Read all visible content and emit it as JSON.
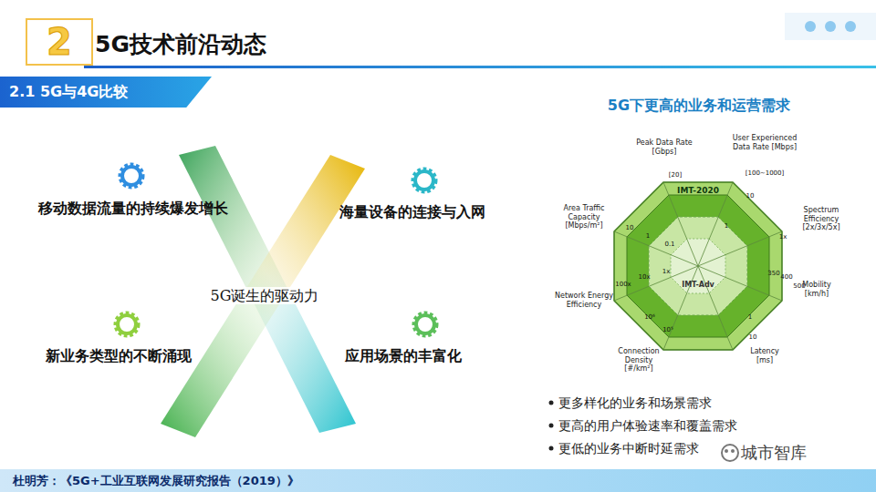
{
  "diagram": {
    "title": "5G技术前沿动态",
    "nodes": [
      {
        "text": [
          "2"
        ]
      },
      {
        "text": [
          "2.1 5G与4G比较"
        ]
      },
      {
        "text": [
          "杜明芳：《5G+工业互联网发展研究报告（2019）》"
        ]
      }
    ],
    "labels": [
      "移动数据流量的持续爆发增长",
      "海量设备的连接与入网",
      "5G诞生的驱动力",
      "新业务类型的不断涌现",
      "应用场景的丰富化",
      "5G下更高的业务和运营需求",
      "Peak Data Rate [Gbps]",
      "User Experienced Data Rate [Mbps]",
      "Spectrum Efficiency [2x/3x/5x]",
      "Mobility [km/h]",
      "Latency [ms]",
      "Connection Density [#/km²]",
      "Network Energy Efficiency",
      "Area Traffic Capacity [Mbps/m²]",
      "[20]",
      "[100~1000]",
      "10",
      "1",
      "1x",
      "350",
      "400",
      "500",
      "1",
      "10",
      "10⁵",
      "10⁶",
      "1x",
      "10x",
      "100x",
      "0.1",
      "1",
      "10",
      "IMT-2020",
      "IMT-Adv",
      "更多样化的业务和场景需求",
      "更高的用户体验速率和覆盖需求",
      "更低的业务中断时延需求",
      "城市智库"
    ]
  }
}
